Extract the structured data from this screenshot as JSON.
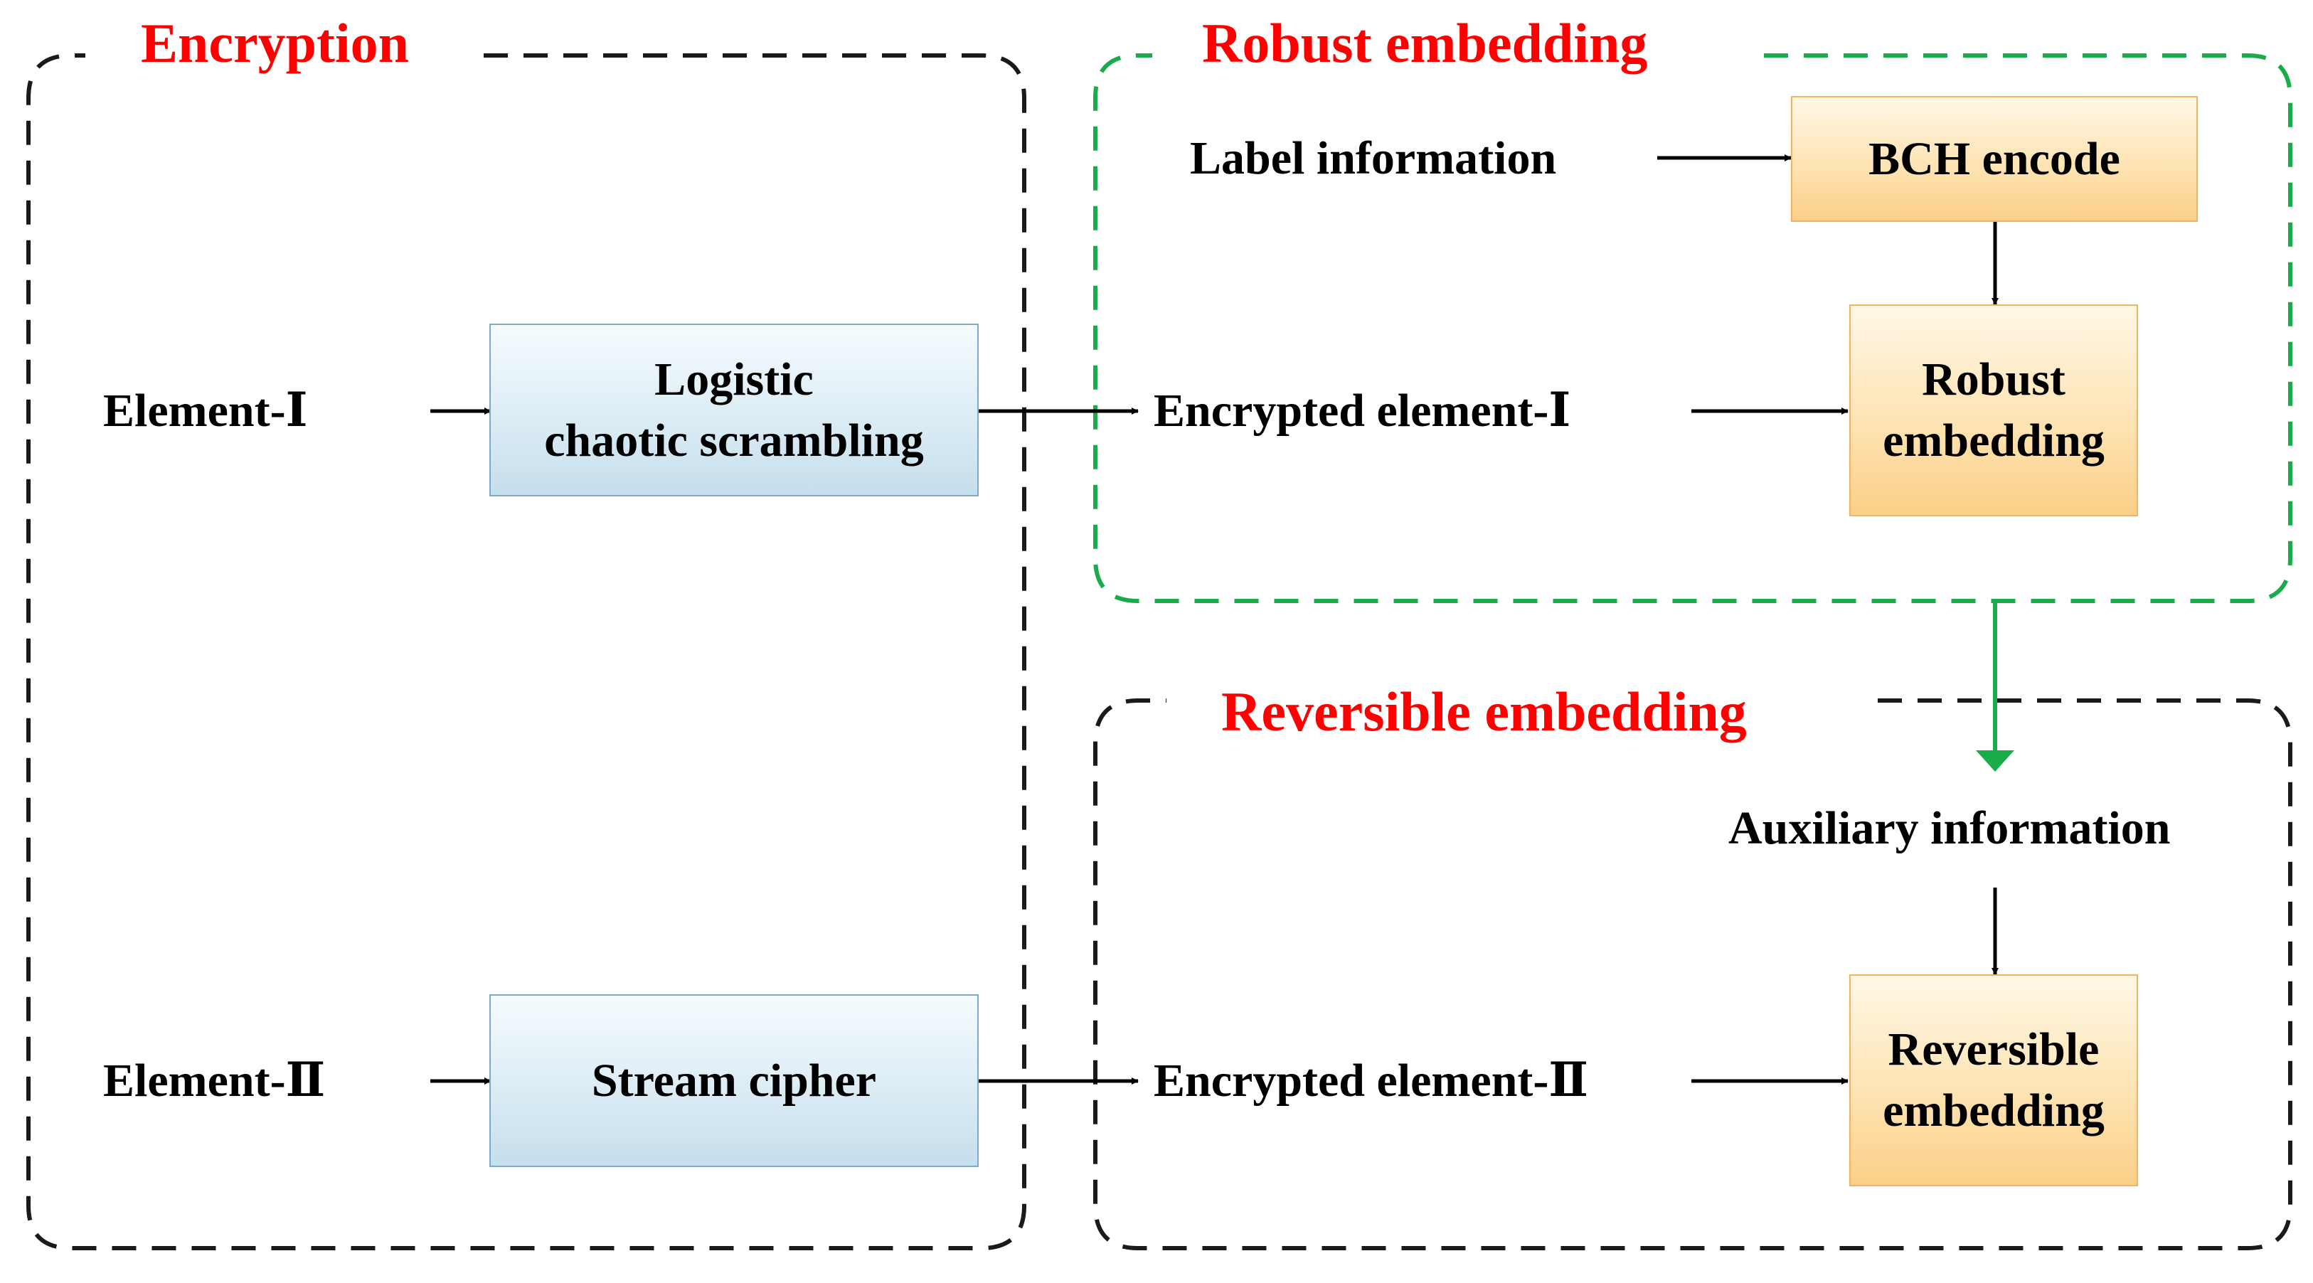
{
  "regions": {
    "encryption": "Encryption",
    "robust": "Robust embedding",
    "reversible": "Reversible embedding"
  },
  "inputs": {
    "element1": "Element-Ⅰ",
    "element2": "Element-Ⅱ",
    "label_info": "Label information",
    "aux_info": "Auxiliary information"
  },
  "processes": {
    "logistic_line1": "Logistic",
    "logistic_line2": "chaotic scrambling",
    "stream": "Stream cipher",
    "bch": "BCH encode",
    "robust_line1": "Robust",
    "robust_line2": "embedding",
    "reversible_line1": "Reversible",
    "reversible_line2": "embedding"
  },
  "outputs": {
    "enc1": "Encrypted element-Ⅰ",
    "enc2": "Encrypted element-Ⅱ"
  },
  "colors": {
    "region_title": "#ff0000",
    "robust_border": "#1aab4b",
    "black_border": "#1a1a1a"
  }
}
